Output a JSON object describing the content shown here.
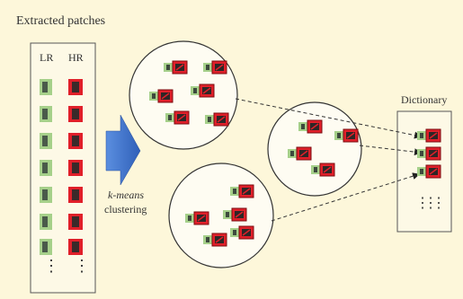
{
  "title": "Extracted patches",
  "columns": {
    "lr": "LR",
    "hr": "HR"
  },
  "method": {
    "line1": "k-means",
    "line2": "clustering"
  },
  "dictionary": "Dictionary",
  "ellipsis": "⋮",
  "colors": {
    "background": "#fdf7da",
    "lr_patch": "#a6d08a",
    "hr_patch": "#e0202a",
    "arrow": "#3b6cc4"
  }
}
